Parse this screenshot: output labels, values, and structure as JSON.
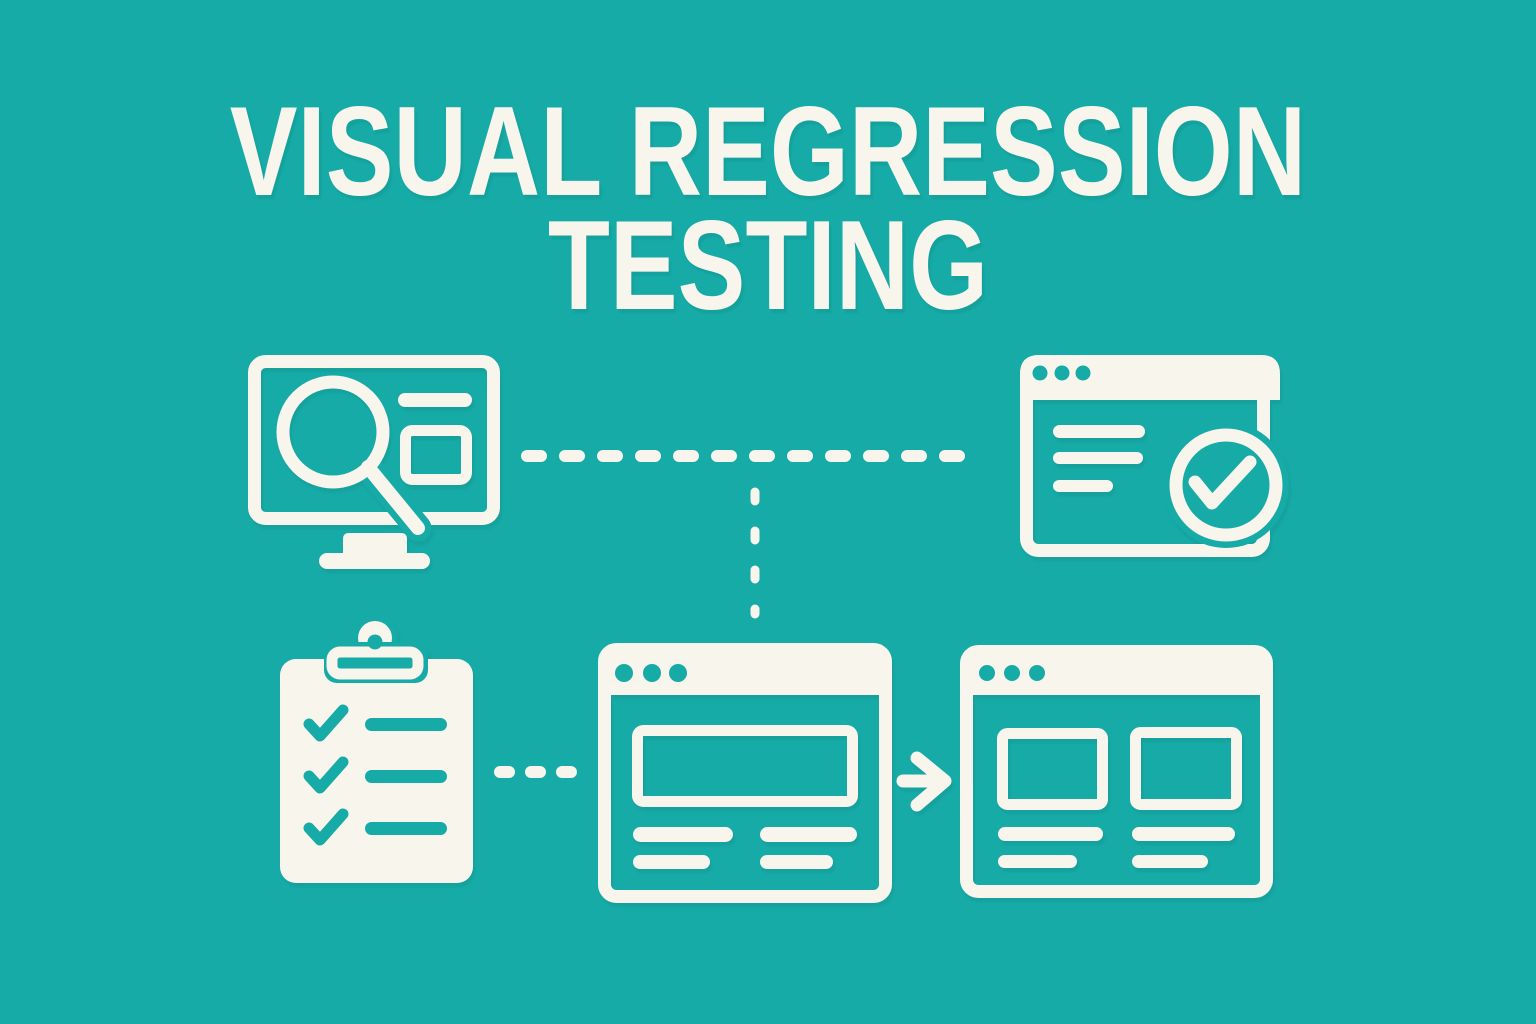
{
  "title": {
    "line1": "VISUAL REGRESSION",
    "line2": "TESTING"
  },
  "colors": {
    "background": "#17aba7",
    "foreground": "#f7f5ec"
  },
  "diagram": {
    "icons": [
      {
        "name": "monitor-search-icon"
      },
      {
        "name": "browser-approved-check-icon"
      },
      {
        "name": "checklist-clipboard-icon"
      },
      {
        "name": "browser-baseline-icon"
      },
      {
        "name": "arrow-right-icon"
      },
      {
        "name": "browser-comparison-icon"
      }
    ],
    "connectors": [
      {
        "name": "dashed-line-monitor-to-approved"
      },
      {
        "name": "dashed-line-down-to-baseline"
      },
      {
        "name": "dashed-line-clipboard-to-baseline"
      }
    ]
  }
}
